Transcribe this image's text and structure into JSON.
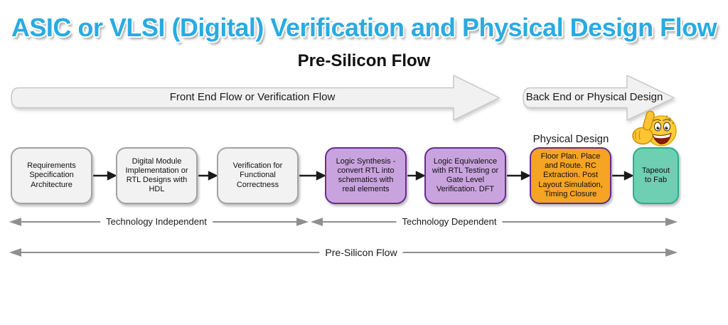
{
  "title": "ASIC or VLSI (Digital) Verification and Physical Design Flow",
  "subtitle": "Pre-Silicon Flow",
  "banners": {
    "front_end": "Front End Flow or Verification Flow",
    "back_end": "Back End or Physical Design"
  },
  "section_label": "Physical Design",
  "emoji": "thumbs-up-smiley",
  "flow_boxes": [
    {
      "label": "Requirements Specification Architecture",
      "theme": "gray"
    },
    {
      "label": "Digital Module Implementation or RTL Designs with HDL",
      "theme": "gray"
    },
    {
      "label": "Verification for Functional Correctness",
      "theme": "gray"
    },
    {
      "label": "Logic Synthesis - convert RTL into schematics with real elements",
      "theme": "purple"
    },
    {
      "label": "Logic Equivalence with RTL Testing or Gate Level Verification. DFT",
      "theme": "purple"
    },
    {
      "label": "Floor Plan. Place and Route. RC Extraction. Post Layout Simulation, Timing Closure",
      "theme": "orange"
    },
    {
      "label": "Tapeout to Fab",
      "theme": "teal"
    }
  ],
  "range_labels": {
    "technology_independent": "Technology Independent",
    "technology_dependent": "Technology Dependent",
    "pre_silicon_flow": "Pre-Silicon Flow"
  },
  "colors": {
    "title_blue": "#29ABE2",
    "gray_box_fill": "#F2F2F2",
    "gray_box_border": "#A3A3A3",
    "purple_box_fill": "#C9A3DE",
    "purple_box_border": "#662D91",
    "orange_box_fill": "#F5A423",
    "orange_box_border": "#5C2D91",
    "teal_box_fill": "#6FCFB2",
    "teal_box_border": "#2BAE8F",
    "banner_fill": "#F1F1F1",
    "banner_border": "#C8C8C8",
    "annotation_line": "#8F8F8F",
    "connector_black": "#1A1A1A"
  }
}
